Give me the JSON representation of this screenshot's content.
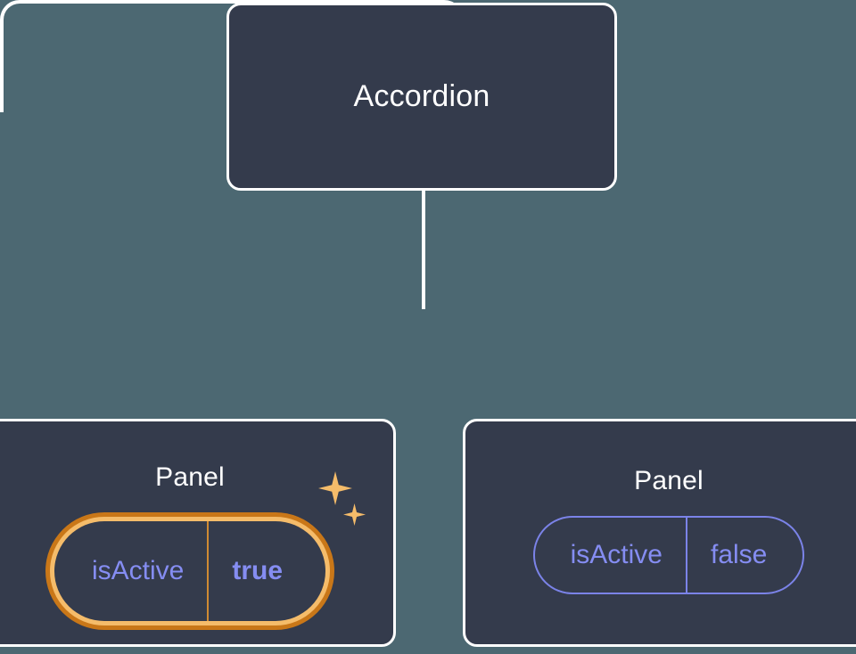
{
  "theme": {
    "background": "#4c6872",
    "node_fill": "#343b4c",
    "node_border": "#ffffff",
    "connector": "#ffffff",
    "prop_text": "#858df2",
    "prop_border": "#7b83e8",
    "highlight_inner": "#f5bc6a",
    "highlight_outer": "#c97718",
    "highlight_divider": "#d08a33",
    "title_text": "#ffffff"
  },
  "tree": {
    "root": {
      "label": "Accordion"
    },
    "children": [
      {
        "label": "Panel",
        "highlighted": true,
        "prop": {
          "key": "isActive",
          "value": "true"
        },
        "decorations": {
          "sparkle_large": "sparkle-icon",
          "sparkle_small": "sparkle-icon"
        }
      },
      {
        "label": "Panel",
        "highlighted": false,
        "prop": {
          "key": "isActive",
          "value": "false"
        }
      }
    ]
  }
}
